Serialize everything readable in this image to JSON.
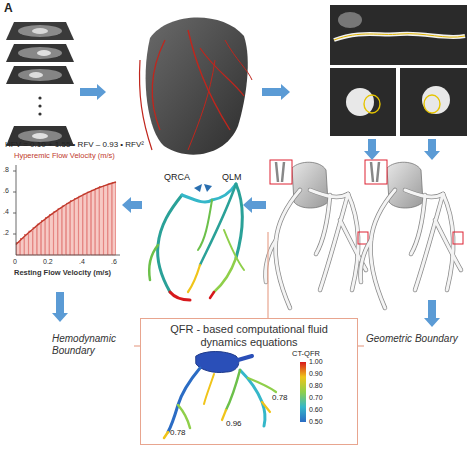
{
  "diagram": {
    "nodes": [
      {
        "text": [
          "QFR - based computational fluid dynamics equations"
        ]
      }
    ],
    "labels": [
      "A",
      "HFV = 0.10 + 1.55 • RFV – 0.93 • RFV²",
      "Hyperemic Flow Velocity (m/s)",
      ".8",
      ".6",
      ".4",
      ".2",
      "0",
      "0.2",
      ".4",
      ".6",
      "Resting Flow Velocity (m/s)",
      "QRCA",
      "QLM",
      "Hemodynamic Boundary",
      "Geometric Boundary",
      "CT-QFR",
      "1.00",
      "0.90",
      "0.80",
      "0.70",
      "0.60",
      "0.50",
      "0.78",
      "0.96",
      "0.78"
    ]
  }
}
